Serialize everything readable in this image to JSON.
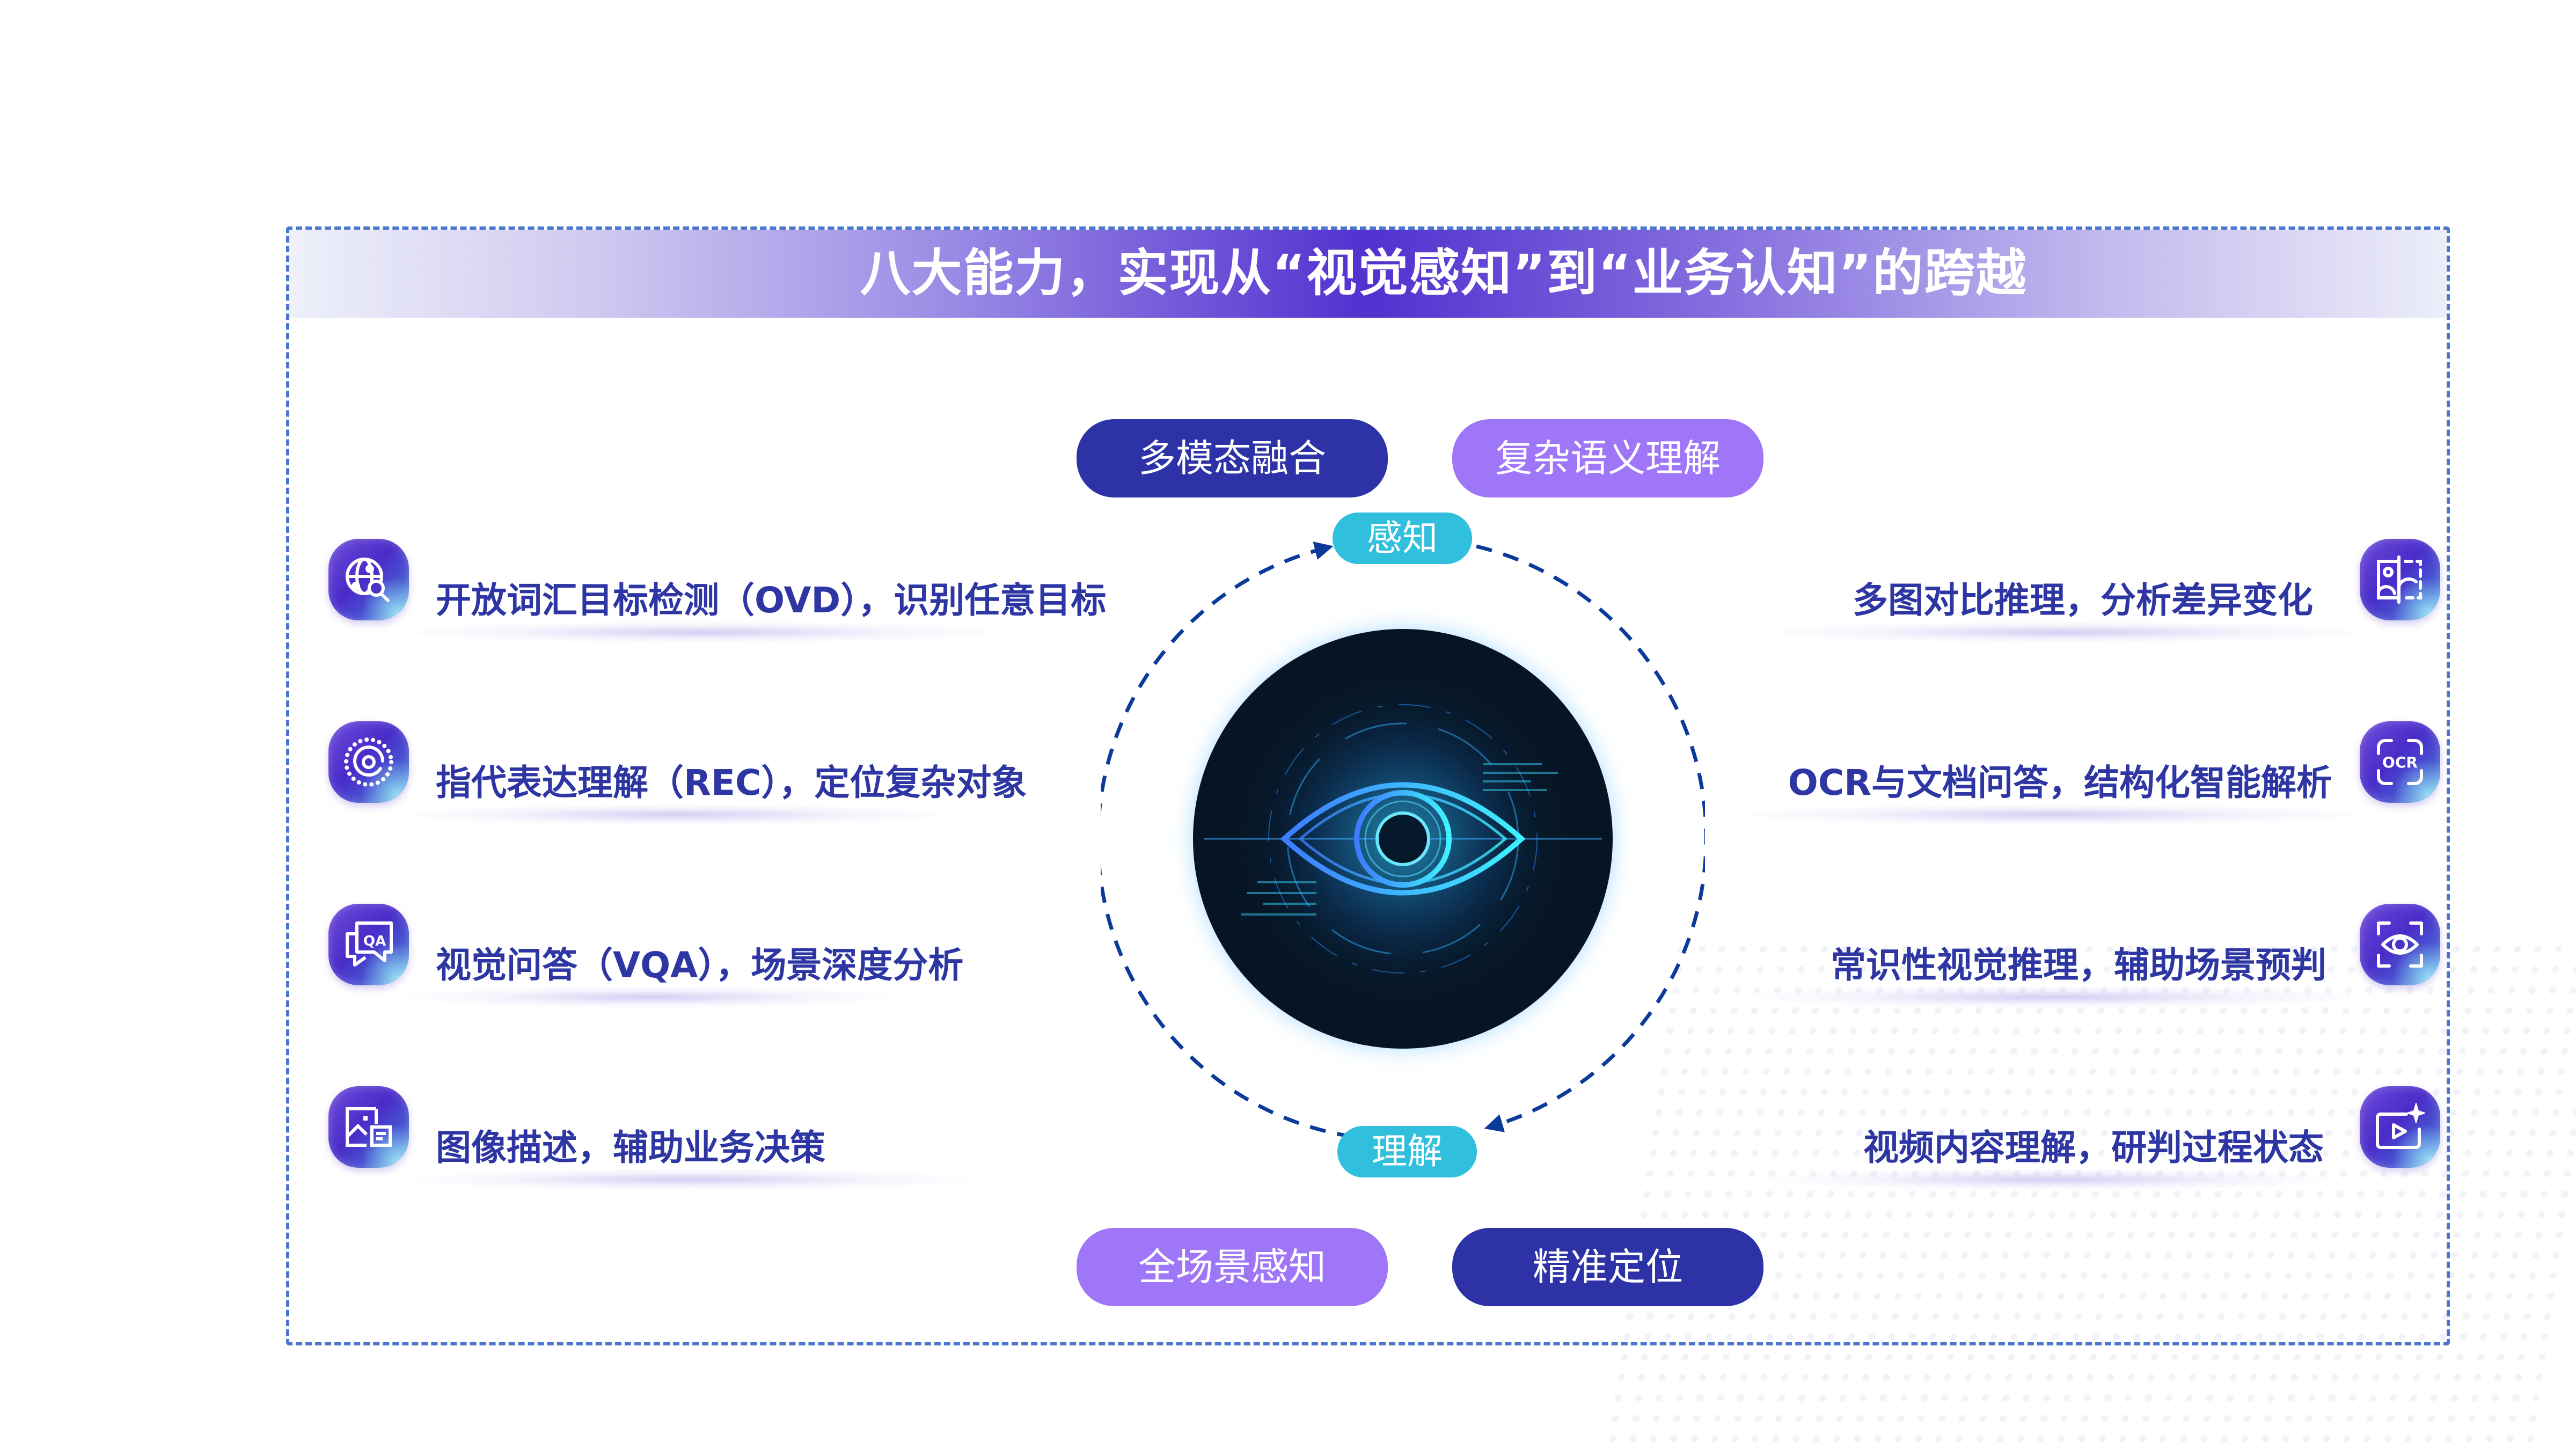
{
  "title": "八大能力，实现从“视觉感知”到“业务认知”的跨越",
  "top_pills": [
    {
      "label": "多模态融合",
      "color": "#2d33a6"
    },
    {
      "label": "复杂语义理解",
      "color": "#9f76f7"
    }
  ],
  "bottom_pills": [
    {
      "label": "全场景感知",
      "color": "#9f76f7"
    },
    {
      "label": "精准定位",
      "color": "#2d33a6"
    }
  ],
  "cycle": {
    "top_label": "感知",
    "bottom_label": "理解",
    "label_color": "#30bfdd",
    "arrow_color": "#0b3a9a"
  },
  "left_features": [
    {
      "icon": "globe-search-icon",
      "text": "开放词汇目标检测（OVD），识别任意目标"
    },
    {
      "icon": "target-radar-icon",
      "text": "指代表达理解（REC），定位复杂对象"
    },
    {
      "icon": "qa-chat-icon",
      "text": "视觉问答（VQA），场景深度分析"
    },
    {
      "icon": "image-caption-icon",
      "text": "图像描述，辅助业务决策"
    }
  ],
  "right_features": [
    {
      "icon": "image-compare-icon",
      "text": "多图对比推理，分析差异变化"
    },
    {
      "icon": "ocr-scan-icon",
      "text": "OCR与文档问答，结构化智能解析"
    },
    {
      "icon": "eye-scan-icon",
      "text": "常识性视觉推理，辅助场景预判"
    },
    {
      "icon": "video-spark-icon",
      "text": "视频内容理解，研判过程状态"
    }
  ],
  "colors": {
    "frame_dash": "#4a76d0",
    "text_primary": "#2d36a3",
    "header_center": "#5231cf"
  }
}
